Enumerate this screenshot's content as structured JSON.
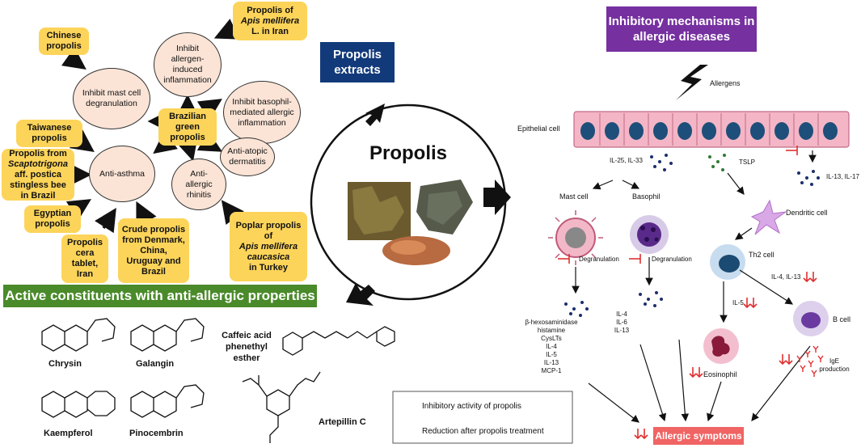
{
  "colors": {
    "yellow": "#fcd45a",
    "oval": "#fbe4d6",
    "navy": "#123a7a",
    "purple": "#7630a0",
    "green": "#4a8a2a",
    "red": "#e03030",
    "symptom": "#f06464"
  },
  "left": {
    "chinese": "Chinese propolis",
    "iran_line1": "Propolis of",
    "iran_line2": "Apis mellifera",
    "iran_line3": "L. in Iran",
    "taiwanese": "Taiwanese propolis",
    "scapto_l1": "Propolis from",
    "scapto_l2": "Scaptotrigona",
    "scapto_l3": "aff. postica",
    "scapto_l4": "stingless bee in Brazil",
    "egyptian": "Egyptian propolis",
    "cera": "Propolis cera tablet, Iran",
    "crude": "Crude propolis from Denmark, China, Uruguay and Brazil",
    "poplar_l1": "Poplar propolis of",
    "poplar_l2": "Apis mellifera caucasica",
    "poplar_l3": "in Turkey",
    "brazilian": "Brazilian green propolis",
    "ovals": {
      "mast": "Inhibit mast cell degranulation",
      "allergen": "Inhibit allergen-induced inflammation",
      "basophil": "Inhibit basophil-mediated allergic inflammation",
      "atopic": "Anti-atopic dermatitis",
      "rhinitis": "Anti-allergic rhinitis",
      "asthma": "Anti-asthma"
    },
    "active_title": "Active constituents with anti-allergic properties",
    "compounds": {
      "chrysin": "Chrysin",
      "galangin": "Galangin",
      "caffeic": "Caffeic acid phenethyl esther",
      "kaempferol": "Kaempferol",
      "pinocembrin": "Pinocembrin",
      "artepillin": "Artepillin C"
    }
  },
  "center": {
    "extracts": "Propolis extracts",
    "propolis": "Propolis"
  },
  "right": {
    "title": "Inhibitory mechanisms in allergic diseases",
    "allergens": "Allergens",
    "epithelial": "Epithelial cell",
    "il25": "IL-25, IL-33",
    "tslp": "TSLP",
    "il13_17": "IL-13, IL-17",
    "mast": "Mast cell",
    "basophil": "Basophil",
    "dendritic": "Dendritic cell",
    "th2": "Th2 cell",
    "degran1": "Degranulation",
    "degran2": "Degranulation",
    "il4_13": "IL-4, IL-13",
    "il5": "IL-5",
    "bcell": "B cell",
    "eosinophil": "Eosinophil",
    "ige": "IgE production",
    "mediators1": [
      "β-hexosaminidase",
      "histamine",
      "CysLTs",
      "IL-4",
      "IL-5",
      "IL-13",
      "MCP-1"
    ],
    "mediators2": [
      "IL-4",
      "IL-6",
      "IL-13"
    ],
    "legend_inhib": "Inhibitory activity of propolis",
    "legend_reduce": "Reduction after propolis treatment",
    "symptoms": "Allergic symptoms"
  }
}
